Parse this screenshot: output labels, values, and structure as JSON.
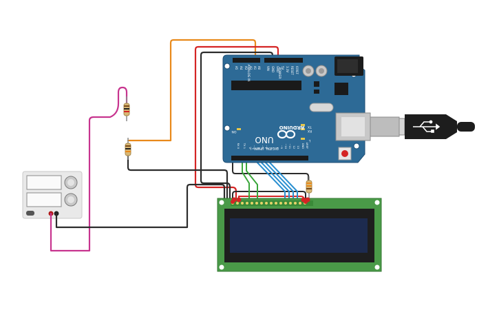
{
  "arduino": {
    "brand": "ARDUINO",
    "model": "UNO",
    "on_label": "ON",
    "tx_label": "TX",
    "rx_label": "RX",
    "l_label": "L",
    "analog_in_label": "ANALOG IN",
    "power_label": "POWER",
    "digital_label": "DIGITAL (PWM~)",
    "analog_pins": [
      "A5",
      "A4",
      "A3",
      "A2",
      "A1",
      "A0"
    ],
    "power_pins": [
      "VIN",
      "GND",
      "GND",
      "5V",
      "3.3V",
      "RESET",
      "IOREF"
    ],
    "digital_pins": [
      "AREF",
      "GND",
      "13",
      "12",
      "~11",
      "~10",
      "~9",
      "8",
      "7",
      "~6",
      "~5",
      "4",
      "~3",
      "2",
      "TX 1",
      "RX 0"
    ]
  },
  "colors": {
    "board": "#2d6a96",
    "board_edge": "#1f4e74",
    "lcd_pcb": "#4a9a48",
    "lcd_screen": "#1d2b4f",
    "wire_orange": "#e8891a",
    "wire_red": "#d42424",
    "wire_black": "#2b2b2b",
    "wire_green": "#3aa63a",
    "wire_blue": "#2a8fd0",
    "wire_magenta": "#c7348e"
  }
}
